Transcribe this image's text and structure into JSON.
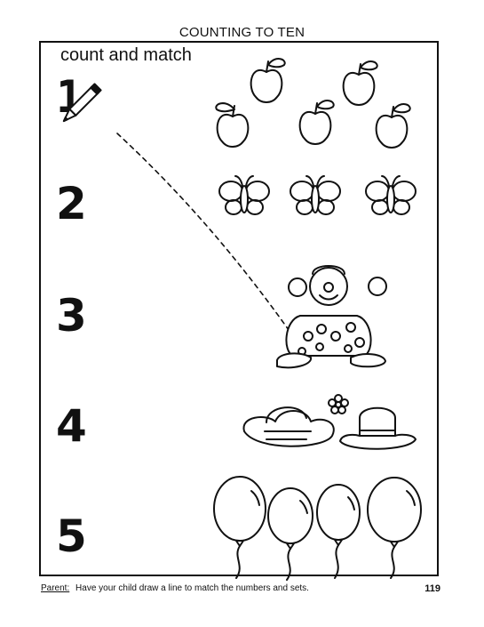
{
  "header": {
    "title": "COUNTING TO TEN"
  },
  "instructions": {
    "subtitle": "count and match"
  },
  "numbers": [
    "1",
    "2",
    "3",
    "4",
    "5"
  ],
  "footer": {
    "parent_label": "Parent:",
    "text": "Have your child draw a line to match the numbers and sets.",
    "page_number": "119"
  },
  "pictures": [
    {
      "icon": "apple-icon",
      "count": 5
    },
    {
      "icon": "butterfly-icon",
      "count": 3
    },
    {
      "icon": "clown-icon",
      "count": 1
    },
    {
      "icon": "hat-icon",
      "count": 2
    },
    {
      "icon": "balloon-icon",
      "count": 4
    }
  ]
}
